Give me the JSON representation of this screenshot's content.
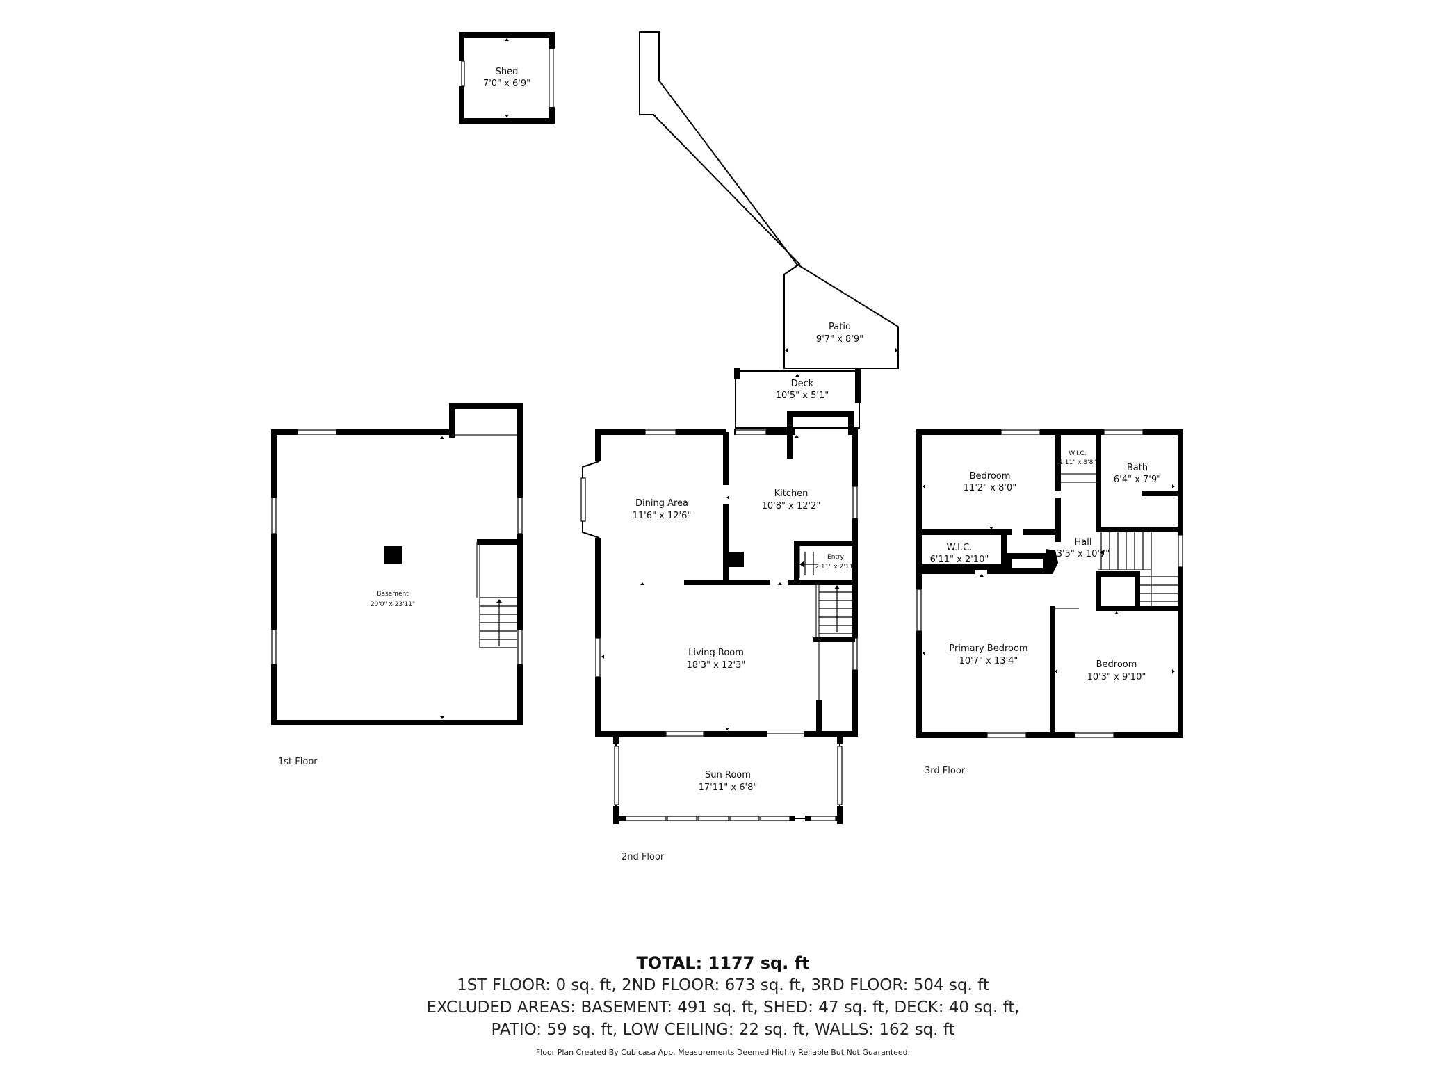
{
  "rooms": {
    "shed": {
      "name": "Shed",
      "dim": "7'0\" x 6'9\""
    },
    "patio": {
      "name": "Patio",
      "dim": "9'7\" x 8'9\""
    },
    "deck": {
      "name": "Deck",
      "dim": "10'5\" x 5'1\""
    },
    "basement": {
      "name": "Basement",
      "dim": "20'0\" x 23'11\""
    },
    "dining": {
      "name": "Dining Area",
      "dim": "11'6\" x 12'6\""
    },
    "kitchen": {
      "name": "Kitchen",
      "dim": "10'8\" x 12'2\""
    },
    "entry": {
      "name": "Entry",
      "dim": "2'11\" x 2'11\""
    },
    "living": {
      "name": "Living Room",
      "dim": "18'3\" x 12'3\""
    },
    "sunroom": {
      "name": "Sun Room",
      "dim": "17'11\" x 6'8\""
    },
    "bedroom_top": {
      "name": "Bedroom",
      "dim": "11'2\" x 8'0\""
    },
    "wic_small": {
      "name": "W.I.C.",
      "dim": "2'11\" x 3'8\""
    },
    "bath": {
      "name": "Bath",
      "dim": "6'4\" x 7'9\""
    },
    "wic": {
      "name": "W.I.C.",
      "dim": "6'11\" x 2'10\""
    },
    "hall": {
      "name": "Hall",
      "dim": "3'5\" x 10'7\""
    },
    "primary": {
      "name": "Primary Bedroom",
      "dim": "10'7\" x 13'4\""
    },
    "bedroom_bottom": {
      "name": "Bedroom",
      "dim": "10'3\" x 9'10\""
    }
  },
  "floors": {
    "first": "1st Floor",
    "second": "2nd Floor",
    "third": "3rd Floor"
  },
  "summary": {
    "total": "TOTAL: 1177 sq. ft",
    "line1": "1ST FLOOR: 0 sq. ft, 2ND FLOOR: 673 sq. ft, 3RD FLOOR: 504 sq. ft",
    "line2": "EXCLUDED AREAS: BASEMENT: 491 sq. ft, SHED: 47 sq. ft, DECK: 40 sq. ft,",
    "line3": "PATIO: 59 sq. ft, LOW CEILING: 22 sq. ft, WALLS: 162 sq. ft",
    "credit": "Floor Plan Created By Cubicasa App. Measurements Deemed Highly Reliable But Not Guaranteed."
  }
}
